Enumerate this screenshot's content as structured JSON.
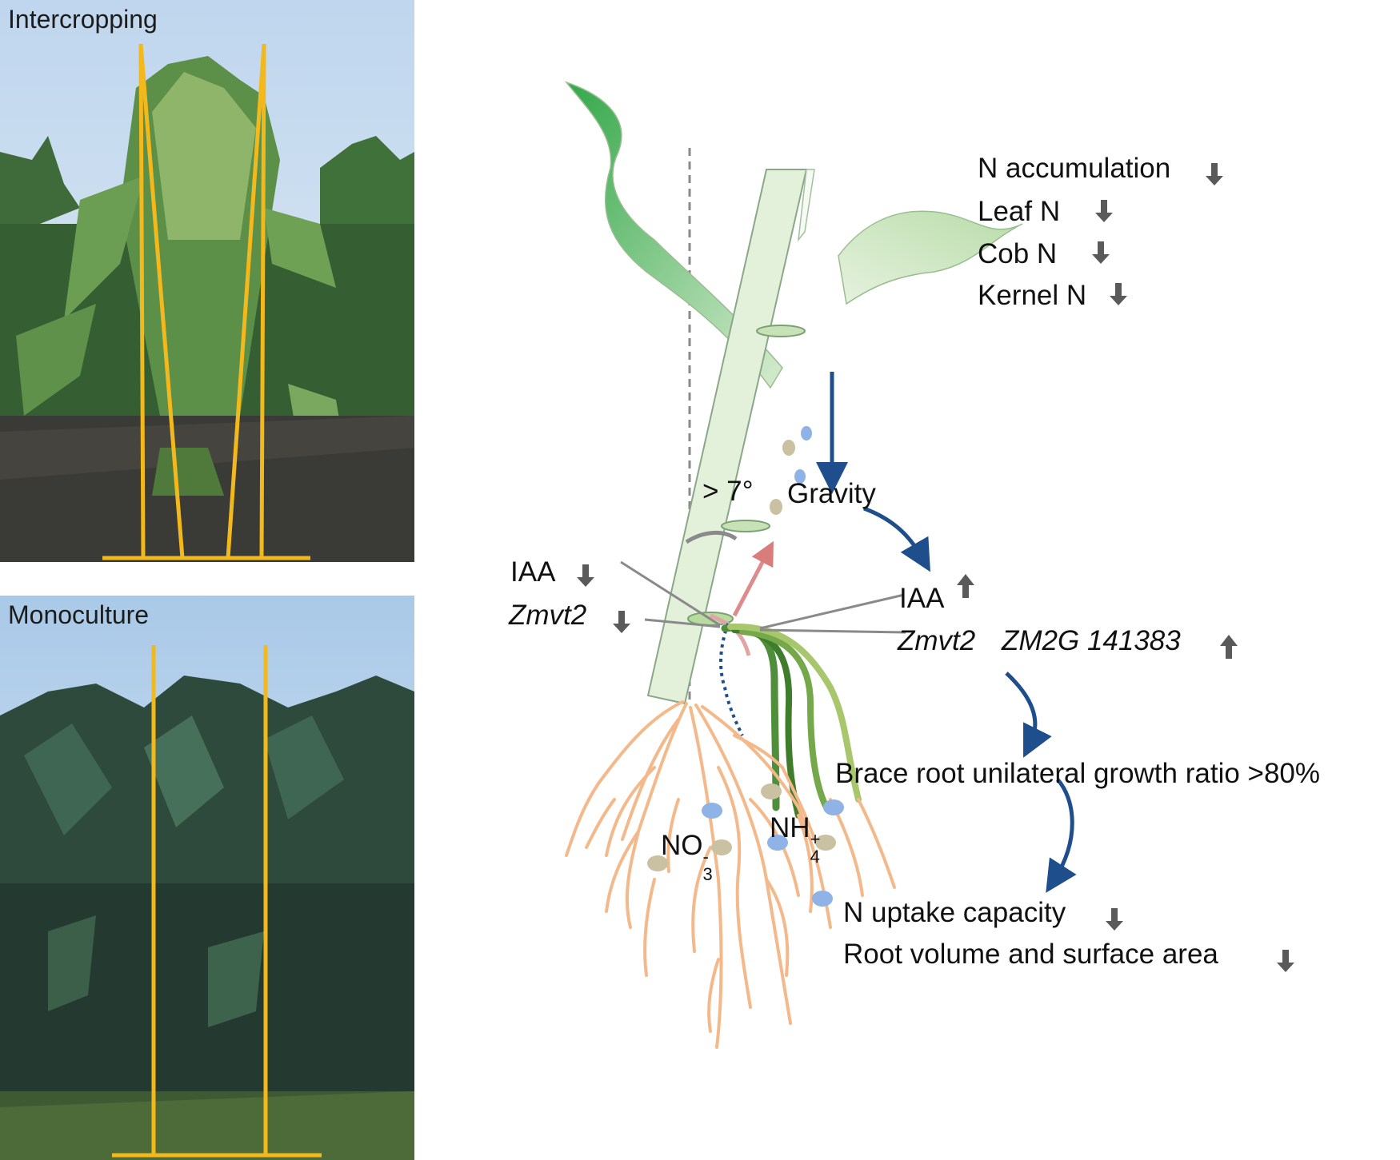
{
  "photos": {
    "top_label": "Intercropping",
    "bottom_label": "Monoculture"
  },
  "labels": {
    "n_accumulation": "N accumulation",
    "leaf_n": "Leaf N",
    "cob_n": "Cob N",
    "kernel_n": "Kernel N",
    "angle": "> 7°",
    "gravity": "Gravity",
    "iaa_left": "IAA",
    "zmvt2_left": "Zmvt2",
    "iaa_right": "IAA",
    "zmvt2_right": "Zmvt2",
    "zm2g": "ZM2G 141383",
    "brace_root": "Brace root unilateral growth ratio >80%",
    "no3_base": "NO",
    "no3_sub": "3",
    "no3_sup": "-",
    "nh4_base": "NH",
    "nh4_sub": "4",
    "nh4_sup": "+",
    "n_uptake": "N uptake capacity",
    "root_volume": "Root volume and surface area"
  },
  "colors": {
    "yellow_frame": "#f2b81c",
    "down_arrow": "#5a5a5a",
    "blue_arrow": "#1f4e8c",
    "root": "#f4b98a",
    "stem": "#dbeed0",
    "leaf": "#5cbf5e"
  }
}
